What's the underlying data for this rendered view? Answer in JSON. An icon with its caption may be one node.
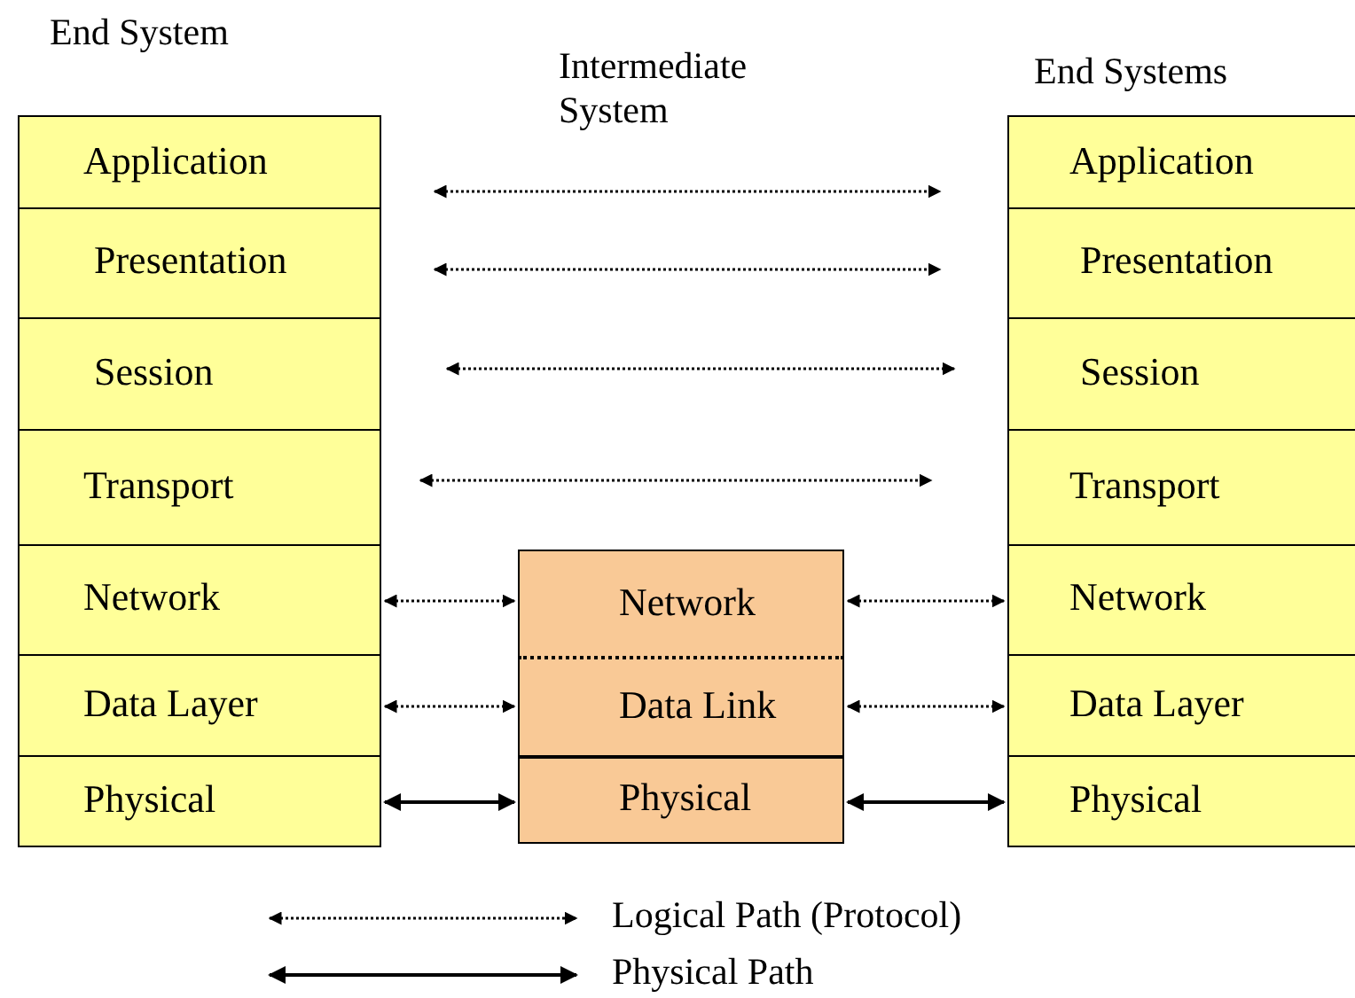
{
  "diagram": {
    "nodes": [
      {
        "text": [
          "Application"
        ]
      },
      {
        "text": [
          "Presentation"
        ]
      },
      {
        "text": [
          "Session"
        ]
      },
      {
        "text": [
          "Transport"
        ]
      },
      {
        "text": [
          "Network"
        ]
      },
      {
        "text": [
          "Data Layer"
        ]
      },
      {
        "text": [
          "Physical"
        ]
      },
      {
        "text": [
          "Network"
        ]
      },
      {
        "text": [
          "Data Link"
        ]
      },
      {
        "text": [
          "Physical"
        ]
      },
      {
        "text": [
          "Application"
        ]
      },
      {
        "text": [
          "Presentation"
        ]
      },
      {
        "text": [
          "Session"
        ]
      },
      {
        "text": [
          "Transport"
        ]
      },
      {
        "text": [
          "Network"
        ]
      },
      {
        "text": [
          "Data Layer"
        ]
      },
      {
        "text": [
          "Physical"
        ]
      }
    ],
    "edges": [
      {
        "from": 0,
        "to": 10,
        "arrow": "both",
        "style": "dashed"
      },
      {
        "from": 1,
        "to": 11,
        "arrow": "both",
        "style": "dashed"
      },
      {
        "from": 2,
        "to": 12,
        "arrow": "both",
        "style": "dashed"
      },
      {
        "from": 3,
        "to": 13,
        "arrow": "both",
        "style": "dashed"
      },
      {
        "from": 4,
        "to": 7,
        "arrow": "both",
        "style": "dashed"
      },
      {
        "from": 7,
        "to": 14,
        "arrow": "both",
        "style": "dashed"
      },
      {
        "from": 5,
        "to": 8,
        "arrow": "both",
        "style": "dashed"
      },
      {
        "from": 8,
        "to": 15,
        "arrow": "both",
        "style": "dashed"
      },
      {
        "from": 6,
        "to": 9,
        "arrow": "both"
      },
      {
        "from": 9,
        "to": 16,
        "arrow": "both"
      }
    ],
    "labels": [
      "End System",
      "Intermediate System",
      "End Systems"
    ],
    "legend": [
      {
        "text": "Logical Path (Protocol)"
      },
      {
        "text": "Physical Path"
      }
    ]
  }
}
